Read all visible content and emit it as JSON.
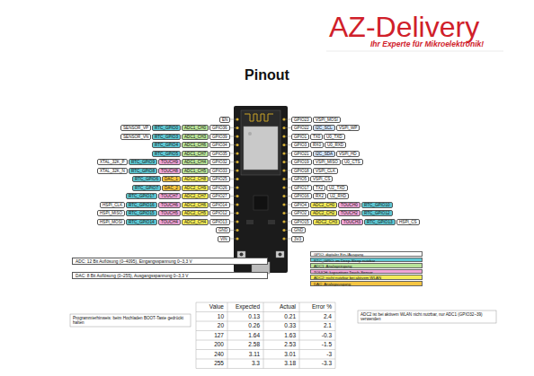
{
  "diagram": {
    "title": "Pinout",
    "nodes": [
      {
        "text": [
          "EN"
        ]
      },
      {
        "text": [
          "GPIO36"
        ]
      },
      {
        "text": [
          "ADC1_CH0"
        ]
      },
      {
        "text": [
          "RTC_GPIO0"
        ]
      },
      {
        "text": [
          "SENSOR_VP"
        ]
      },
      {
        "text": [
          "GPIO39"
        ]
      },
      {
        "text": [
          "ADC1_CH3"
        ]
      },
      {
        "text": [
          "RTC_GPIO3"
        ]
      },
      {
        "text": [
          "SENSOR_VN"
        ]
      },
      {
        "text": [
          "GPIO34"
        ]
      },
      {
        "text": [
          "ADC1_CH6"
        ]
      },
      {
        "text": [
          "RTC_GPIO4"
        ]
      },
      {
        "text": [
          "GPIO35"
        ]
      },
      {
        "text": [
          "ADC1_CH7"
        ]
      },
      {
        "text": [
          "RTC_GPIO5"
        ]
      },
      {
        "text": [
          "GPIO32"
        ]
      },
      {
        "text": [
          "ADC1_CH4"
        ]
      },
      {
        "text": [
          "TOUCH9"
        ]
      },
      {
        "text": [
          "RTC_GPIO9"
        ]
      },
      {
        "text": [
          "XTAL_32K_P"
        ]
      },
      {
        "text": [
          "GPIO33"
        ]
      },
      {
        "text": [
          "ADC1_CH5"
        ]
      },
      {
        "text": [
          "TOUCH8"
        ]
      },
      {
        "text": [
          "RTC_GPIO8"
        ]
      },
      {
        "text": [
          "XTAL_32K_N"
        ]
      },
      {
        "text": [
          "GPIO25"
        ]
      },
      {
        "text": [
          "ADC2_CH8"
        ]
      },
      {
        "text": [
          "DAC_1"
        ]
      },
      {
        "text": [
          "RTC_GPIO6"
        ]
      },
      {
        "text": [
          "GPIO26"
        ]
      },
      {
        "text": [
          "ADC2_CH9"
        ]
      },
      {
        "text": [
          "DAC_2"
        ]
      },
      {
        "text": [
          "RTC_GPIO7"
        ]
      },
      {
        "text": [
          "GPIO27"
        ]
      },
      {
        "text": [
          "ADC2_CH7"
        ]
      },
      {
        "text": [
          "TOUCH7"
        ]
      },
      {
        "text": [
          "RTC_GPIO17"
        ]
      },
      {
        "text": [
          "GPIO14"
        ]
      },
      {
        "text": [
          "ADC2_CH6"
        ]
      },
      {
        "text": [
          "TOUCH6"
        ]
      },
      {
        "text": [
          "RTC_GPIO16"
        ]
      },
      {
        "text": [
          "HSPI_CLK"
        ]
      },
      {
        "text": [
          "GPIO12"
        ]
      },
      {
        "text": [
          "ADC2_CH5"
        ]
      },
      {
        "text": [
          "TOUCH5"
        ]
      },
      {
        "text": [
          "RTC_GPIO15"
        ]
      },
      {
        "text": [
          "HSPI_MISO"
        ]
      },
      {
        "text": [
          "GPIO13"
        ]
      },
      {
        "text": [
          "ADC2_CH4"
        ]
      },
      {
        "text": [
          "TOUCH4"
        ]
      },
      {
        "text": [
          "RTC_GPIO14"
        ]
      },
      {
        "text": [
          "HSPI_MOSI"
        ]
      },
      {
        "text": [
          "GND"
        ]
      },
      {
        "text": [
          "VIN"
        ]
      },
      {
        "text": [
          "GPIO23"
        ]
      },
      {
        "text": [
          "VSPI_MOSI"
        ]
      },
      {
        "text": [
          "GPIO22"
        ]
      },
      {
        "text": [
          "I2C_SCL"
        ]
      },
      {
        "text": [
          "VSPI_WP"
        ]
      },
      {
        "text": [
          "GPIO1"
        ]
      },
      {
        "text": [
          "TX0"
        ]
      },
      {
        "text": [
          "U0_TXD"
        ]
      },
      {
        "text": [
          "GPIO3"
        ]
      },
      {
        "text": [
          "RX0"
        ]
      },
      {
        "text": [
          "U0_RXD"
        ]
      },
      {
        "text": [
          "GPIO21"
        ]
      },
      {
        "text": [
          "I2C_SDA"
        ]
      },
      {
        "text": [
          "VSPI_HD"
        ]
      },
      {
        "text": [
          "GPIO19"
        ]
      },
      {
        "text": [
          "VSPI_MISO"
        ]
      },
      {
        "text": [
          "U0_CTS"
        ]
      },
      {
        "text": [
          "GPIO18"
        ]
      },
      {
        "text": [
          "VSPI_CLK"
        ]
      },
      {
        "text": [
          "GPIO5"
        ]
      },
      {
        "text": [
          "VSPI_CS"
        ]
      },
      {
        "text": [
          "GPIO17"
        ]
      },
      {
        "text": [
          "TX2"
        ]
      },
      {
        "text": [
          "U2_TXD"
        ]
      },
      {
        "text": [
          "GPIO16"
        ]
      },
      {
        "text": [
          "RX2"
        ]
      },
      {
        "text": [
          "U2_RXD"
        ]
      },
      {
        "text": [
          "GPIO4"
        ]
      },
      {
        "text": [
          "ADC2_CH0"
        ]
      },
      {
        "text": [
          "TOUCH0"
        ]
      },
      {
        "text": [
          "RTC_GPIO10"
        ]
      },
      {
        "text": [
          "GPIO2"
        ]
      },
      {
        "text": [
          "ADC2_CH2"
        ]
      },
      {
        "text": [
          "TOUCH2"
        ]
      },
      {
        "text": [
          "RTC_GPIO12"
        ]
      },
      {
        "text": [
          "GPIO15"
        ]
      },
      {
        "text": [
          "ADC2_CH3"
        ]
      },
      {
        "text": [
          "TOUCH3"
        ]
      },
      {
        "text": [
          "RTC_GPIO13"
        ]
      },
      {
        "text": [
          "HSPI_CS"
        ]
      },
      {
        "text": [
          "GND"
        ]
      },
      {
        "text": [
          "3V3"
        ]
      },
      {
        "text": [
          "ADC: 12 Bit Auflösung (0–4095), Eingangsspannung 0–3,3 V"
        ]
      },
      {
        "text": [
          "DAC: 8 Bit Auflösung (0–255), Ausgangsspannung 0–3,3 V"
        ]
      }
    ],
    "labels": [
      "AZ-Delivery",
      "Ihr Experte für Mikroelektronik!",
      "Value",
      "Expected",
      "Actual",
      "Error %",
      "10",
      "0.13",
      "0.21",
      "2.4",
      "20",
      "0.26",
      "0.33",
      "2.1",
      "127",
      "1.64",
      "1.63",
      "-0.3",
      "200",
      "2.58",
      "2.53",
      "-1.5",
      "240",
      "3.11",
      "3.01",
      "-3",
      "255",
      "3.3",
      "3.18",
      "-3.3",
      "Programmierhinweis: beim Hochladen BOOT-Taste gedrückt halten",
      "ADC2 ist bei aktivem WLAN nicht nutzbar, nur ADC1 (GPIO32–39) verwenden"
    ],
    "legend": [
      {
        "text": "GPIO: digitaler Ein-/Ausgang",
        "color": "#ffffff"
      },
      {
        "text": "RTC_GPIO: im Deep-Sleep nutzbar",
        "color": "#5ec7d3"
      },
      {
        "text": "ADC1: Analogeingang",
        "color": "#b9e39a"
      },
      {
        "text": "TOUCH: kapazitiver Touch-Sensor",
        "color": "#f2a6d8"
      },
      {
        "text": "ADC2: nicht nutzbar bei aktivem WLAN",
        "color": "#f4ec5a"
      },
      {
        "text": "DAC: Analogausgang",
        "color": "#f5c542"
      }
    ]
  }
}
